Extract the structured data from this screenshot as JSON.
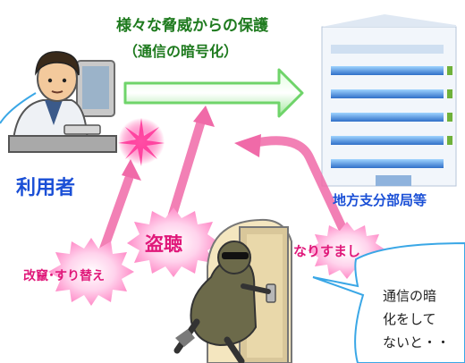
{
  "title": "様々な脅威からの保護",
  "subtitle": "（通信の暗号化）",
  "user_label": "利用者",
  "office_label": "地方支分部局等",
  "threats": {
    "eavesdrop": "盗聴",
    "impersonation": "なりすまし",
    "tampering": "改竄･すり替え"
  },
  "speech_bubble": {
    "lines": [
      "通信の暗",
      "化をして",
      "ないと・・"
    ]
  },
  "colors": {
    "title_green": "#1e7a1e",
    "label_blue": "#1a4fd6",
    "threat_pink": "#e0187a",
    "arrow_green": "#7fe07f",
    "arrow_pink": "#f06aa8",
    "building_blue": "#2f6fc8"
  }
}
